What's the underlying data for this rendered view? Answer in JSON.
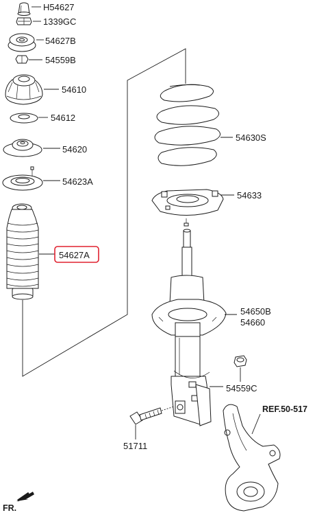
{
  "parts": {
    "h54627": "H54627",
    "p1339gc": "1339GC",
    "p54627b": "54627B",
    "p54559b": "54559B",
    "p54610": "54610",
    "p54612": "54612",
    "p54620": "54620",
    "p54623a": "54623A",
    "p54627a": "54627A",
    "p54630s": "54630S",
    "p54633": "54633",
    "p54650b": "54650B",
    "p54660": "54660",
    "p54559c": "54559C",
    "p51711": "51711",
    "ref": "REF.50-517"
  },
  "direction": {
    "label": "FR."
  },
  "highlight": {
    "part": "54627A",
    "color": "#e0212f"
  }
}
